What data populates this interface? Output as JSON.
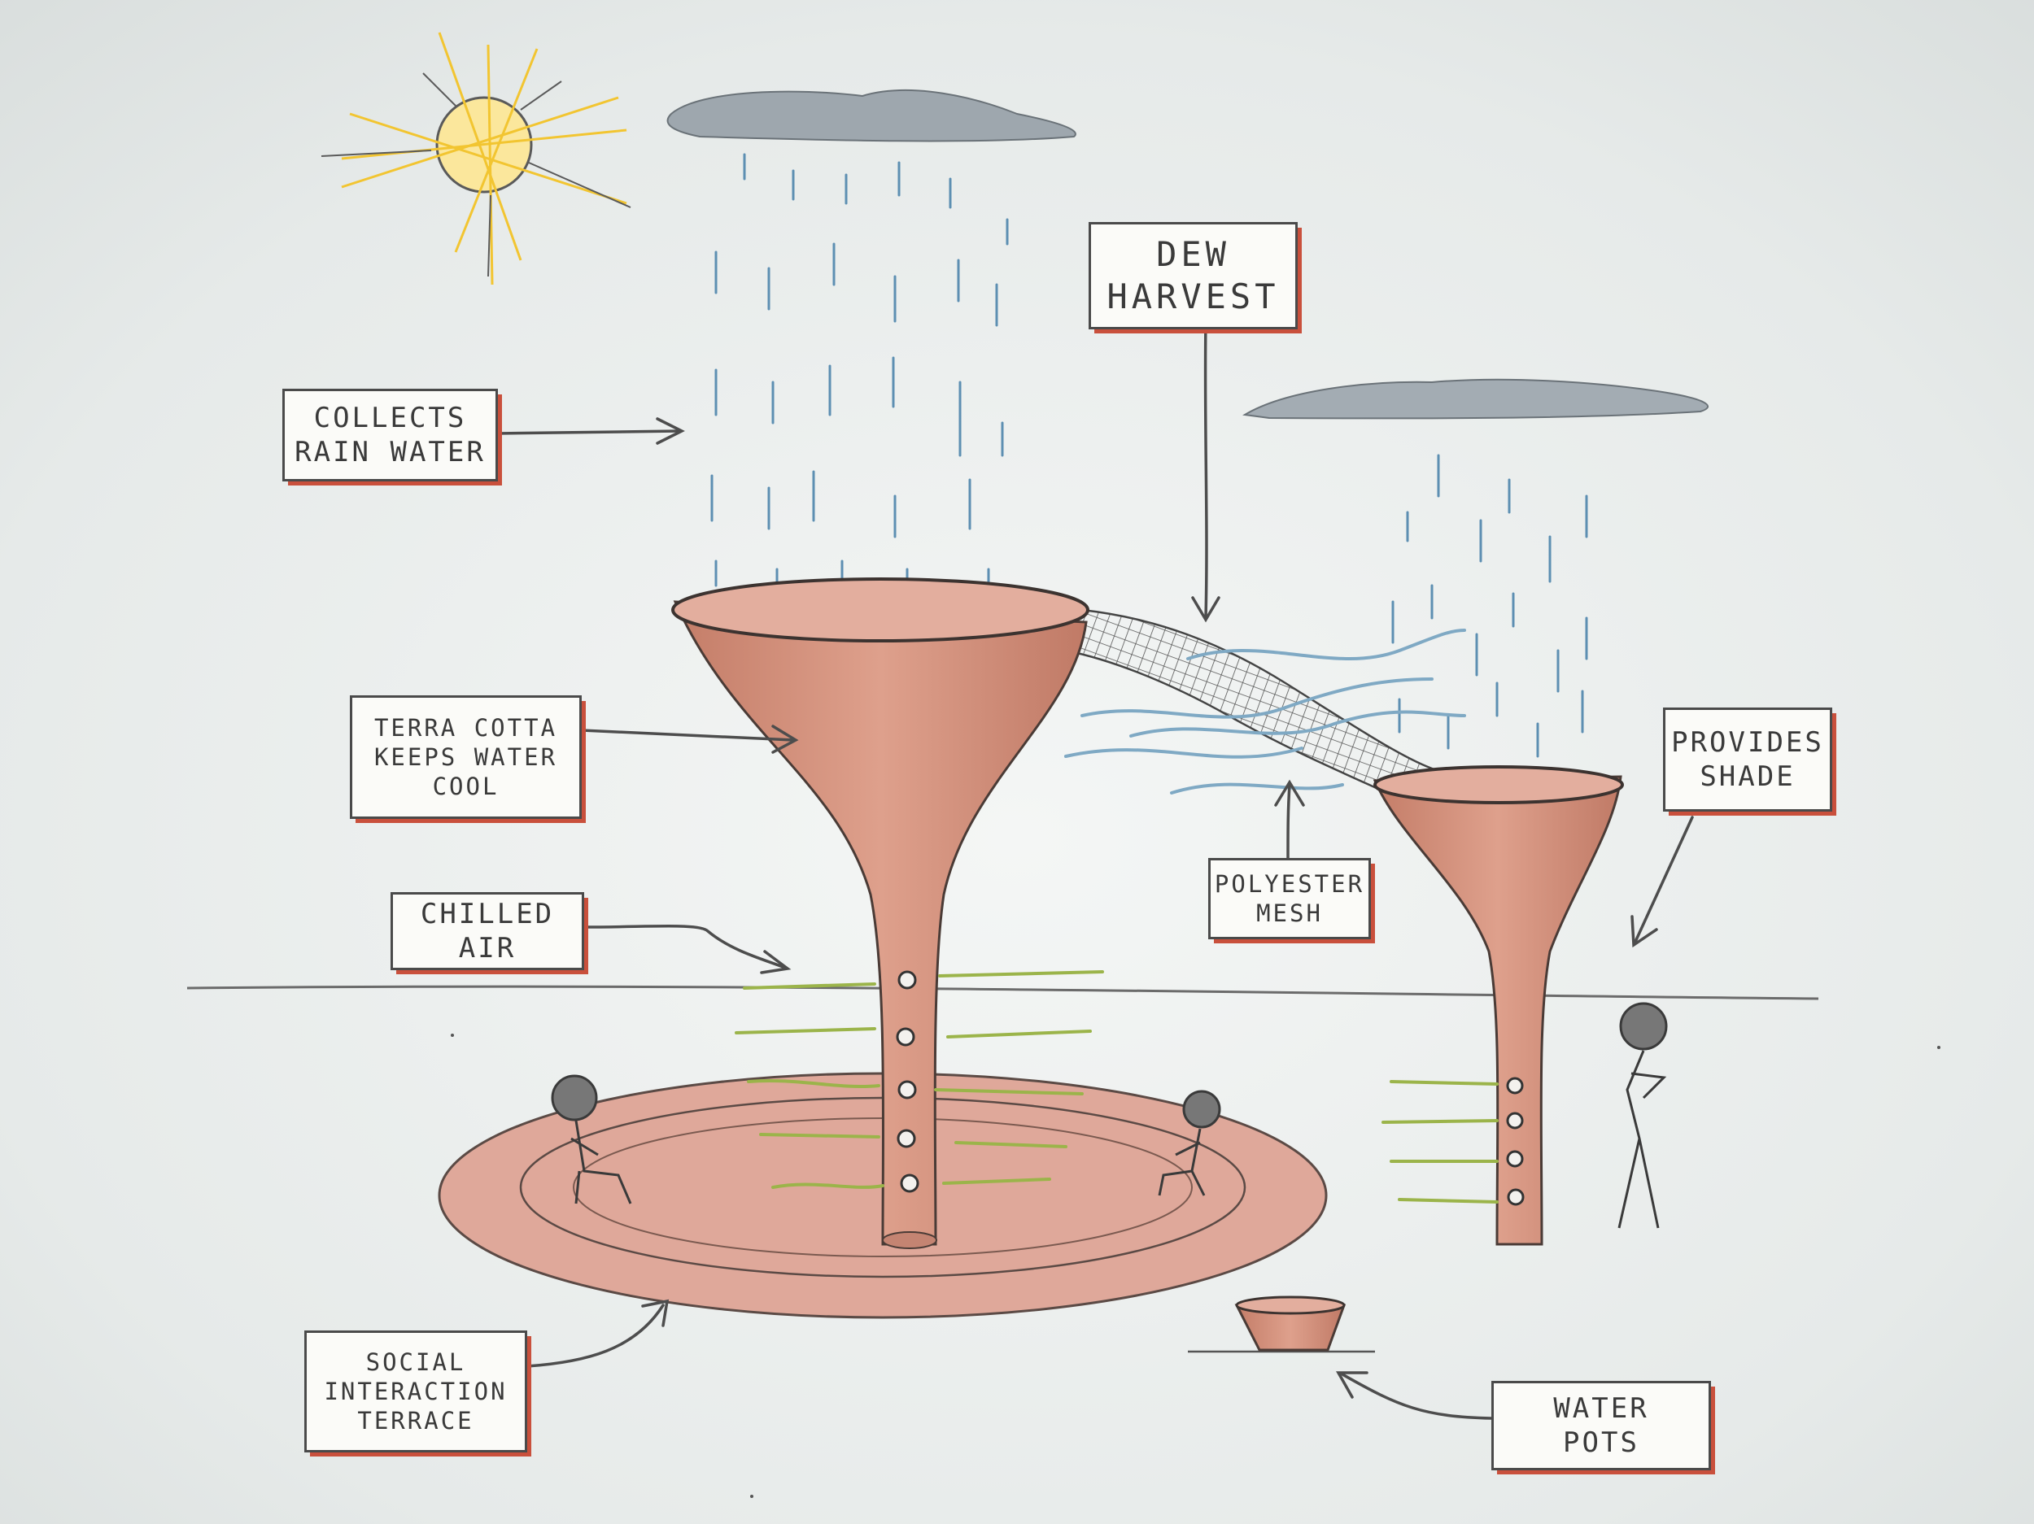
{
  "diagram": {
    "labels": {
      "dew_harvest": "DEW\nHARVEST",
      "collects_rain": "COLLECTS\nRAIN WATER",
      "terra_cotta": "TERRA COTTA\nKEEPS WATER\nCOOL",
      "provides_shade": "PROVIDES\nSHADE",
      "chilled_air": "CHILLED\nAIR",
      "polyester_mesh": "POLYESTER\nMESH",
      "social_terrace": "SOCIAL\nINTERACTION\nTERRACE",
      "water_pots": "WATER\nPOTS"
    },
    "colors": {
      "terracotta": "#d79884",
      "terracotta_dark": "#b8705c",
      "label_border": "#4a4a4a",
      "label_accent": "#c9503c",
      "rain": "#5d8fb2",
      "chilled_air_lines": "#9bb44a",
      "wind_lines": "#7fa9c4",
      "cloud": "#9ea7ae",
      "sun": "#f2c531"
    }
  }
}
